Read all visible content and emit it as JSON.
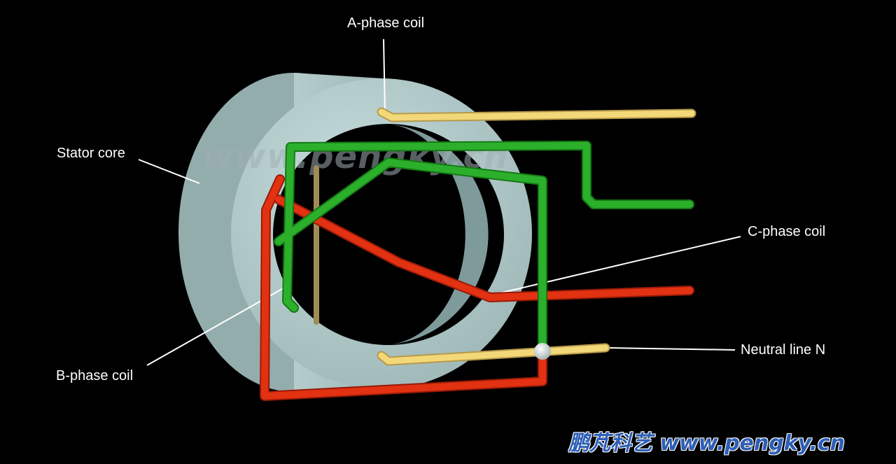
{
  "labels": {
    "a_phase": "A-phase coil",
    "stator": "Stator core",
    "c_phase": "C-phase coil",
    "neutral": "Neutral line N",
    "b_phase": "B-phase coil"
  },
  "watermark": "www.pengky.cn",
  "logo": "鹏芃科艺 www.pengky.cn",
  "colors": {
    "a_phase": "#f0d070",
    "b_phase": "#2aaa2a",
    "c_phase": "#e02a10",
    "stator": "#b7cfcf",
    "background": "#000000"
  }
}
